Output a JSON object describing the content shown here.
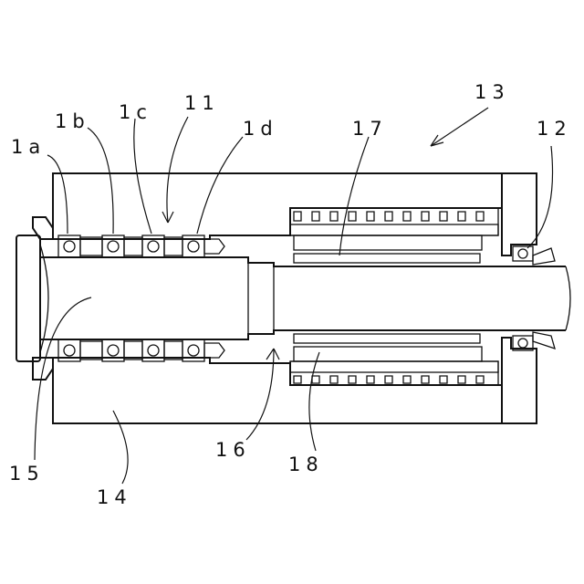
{
  "labels": {
    "ref_13": "13",
    "ref_1a": "1a",
    "ref_1b": "1b",
    "ref_1c": "1c",
    "ref_11": "11",
    "ref_1d": "1d",
    "ref_17": "17",
    "ref_12": "12",
    "ref_15": "15",
    "ref_14": "14",
    "ref_16": "16",
    "ref_18": "18"
  }
}
